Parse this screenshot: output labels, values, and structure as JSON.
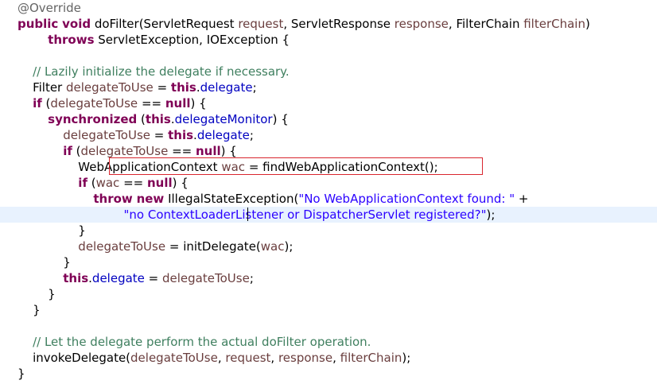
{
  "editor": {
    "lines": [
      [
        {
          "c": "ann",
          "t": "@Override"
        }
      ],
      [
        {
          "c": "kw",
          "t": "public"
        },
        {
          "c": "plain",
          "t": " "
        },
        {
          "c": "kw",
          "t": "void"
        },
        {
          "c": "plain",
          "t": " doFilter(ServletRequest "
        },
        {
          "c": "var",
          "t": "request"
        },
        {
          "c": "plain",
          "t": ", ServletResponse "
        },
        {
          "c": "var",
          "t": "response"
        },
        {
          "c": "plain",
          "t": ", FilterChain "
        },
        {
          "c": "var",
          "t": "filterChain"
        },
        {
          "c": "plain",
          "t": ")"
        }
      ],
      [
        {
          "c": "plain",
          "t": "        "
        },
        {
          "c": "kw",
          "t": "throws"
        },
        {
          "c": "plain",
          "t": " ServletException, IOException {"
        }
      ],
      [],
      [
        {
          "c": "plain",
          "t": "    "
        },
        {
          "c": "cm",
          "t": "// Lazily initialize the delegate if necessary."
        }
      ],
      [
        {
          "c": "plain",
          "t": "    Filter "
        },
        {
          "c": "var",
          "t": "delegateToUse"
        },
        {
          "c": "plain",
          "t": " = "
        },
        {
          "c": "kw",
          "t": "this"
        },
        {
          "c": "plain",
          "t": "."
        },
        {
          "c": "fld",
          "t": "delegate"
        },
        {
          "c": "plain",
          "t": ";"
        }
      ],
      [
        {
          "c": "plain",
          "t": "    "
        },
        {
          "c": "kw",
          "t": "if"
        },
        {
          "c": "plain",
          "t": " ("
        },
        {
          "c": "var",
          "t": "delegateToUse"
        },
        {
          "c": "plain",
          "t": " == "
        },
        {
          "c": "kw",
          "t": "null"
        },
        {
          "c": "plain",
          "t": ") {"
        }
      ],
      [
        {
          "c": "plain",
          "t": "        "
        },
        {
          "c": "kw",
          "t": "synchronized"
        },
        {
          "c": "plain",
          "t": " ("
        },
        {
          "c": "kw",
          "t": "this"
        },
        {
          "c": "plain",
          "t": "."
        },
        {
          "c": "fld",
          "t": "delegateMonitor"
        },
        {
          "c": "plain",
          "t": ") {"
        }
      ],
      [
        {
          "c": "plain",
          "t": "            "
        },
        {
          "c": "var",
          "t": "delegateToUse"
        },
        {
          "c": "plain",
          "t": " = "
        },
        {
          "c": "kw",
          "t": "this"
        },
        {
          "c": "plain",
          "t": "."
        },
        {
          "c": "fld",
          "t": "delegate"
        },
        {
          "c": "plain",
          "t": ";"
        }
      ],
      [
        {
          "c": "plain",
          "t": "            "
        },
        {
          "c": "kw",
          "t": "if"
        },
        {
          "c": "plain",
          "t": " ("
        },
        {
          "c": "var",
          "t": "delegateToUse"
        },
        {
          "c": "plain",
          "t": " == "
        },
        {
          "c": "kw",
          "t": "null"
        },
        {
          "c": "plain",
          "t": ") {"
        }
      ],
      [
        {
          "c": "plain",
          "t": "                WebApplicationContext "
        },
        {
          "c": "var",
          "t": "wac"
        },
        {
          "c": "plain",
          "t": " = findWebApplicationContext();"
        }
      ],
      [
        {
          "c": "plain",
          "t": "                "
        },
        {
          "c": "kw",
          "t": "if"
        },
        {
          "c": "plain",
          "t": " ("
        },
        {
          "c": "var",
          "t": "wac"
        },
        {
          "c": "plain",
          "t": " == "
        },
        {
          "c": "kw",
          "t": "null"
        },
        {
          "c": "plain",
          "t": ") {"
        }
      ],
      [
        {
          "c": "plain",
          "t": "                    "
        },
        {
          "c": "kw",
          "t": "throw"
        },
        {
          "c": "plain",
          "t": " "
        },
        {
          "c": "kw",
          "t": "new"
        },
        {
          "c": "plain",
          "t": " IllegalStateException("
        },
        {
          "c": "str",
          "t": "\"No WebApplicationContext found: \""
        },
        {
          "c": "plain",
          "t": " +"
        }
      ],
      [
        {
          "c": "plain",
          "t": "                            "
        },
        {
          "c": "str",
          "t": "\"no ContextLoaderListener or DispatcherServlet registered?\""
        },
        {
          "c": "plain",
          "t": ");"
        }
      ],
      [
        {
          "c": "plain",
          "t": "                }"
        }
      ],
      [
        {
          "c": "plain",
          "t": "                "
        },
        {
          "c": "var",
          "t": "delegateToUse"
        },
        {
          "c": "plain",
          "t": " = initDelegate("
        },
        {
          "c": "var",
          "t": "wac"
        },
        {
          "c": "plain",
          "t": ");"
        }
      ],
      [
        {
          "c": "plain",
          "t": "            }"
        }
      ],
      [
        {
          "c": "plain",
          "t": "            "
        },
        {
          "c": "kw",
          "t": "this"
        },
        {
          "c": "plain",
          "t": "."
        },
        {
          "c": "fld",
          "t": "delegate"
        },
        {
          "c": "plain",
          "t": " = "
        },
        {
          "c": "var",
          "t": "delegateToUse"
        },
        {
          "c": "plain",
          "t": ";"
        }
      ],
      [
        {
          "c": "plain",
          "t": "        }"
        }
      ],
      [
        {
          "c": "plain",
          "t": "    }"
        }
      ],
      [],
      [
        {
          "c": "plain",
          "t": "    "
        },
        {
          "c": "cm",
          "t": "// Let the delegate perform the actual doFilter operation."
        }
      ],
      [
        {
          "c": "plain",
          "t": "    invokeDelegate("
        },
        {
          "c": "var",
          "t": "delegateToUse"
        },
        {
          "c": "plain",
          "t": ", "
        },
        {
          "c": "var",
          "t": "request"
        },
        {
          "c": "plain",
          "t": ", "
        },
        {
          "c": "var",
          "t": "response"
        },
        {
          "c": "plain",
          "t": ", "
        },
        {
          "c": "var",
          "t": "filterChain"
        },
        {
          "c": "plain",
          "t": ");"
        }
      ],
      [
        {
          "c": "plain",
          "t": "}"
        }
      ]
    ],
    "current_line_index": 13,
    "highlighted_line_index": 10
  },
  "colors": {
    "keyword": "#7f0055",
    "annotation": "#646464",
    "comment": "#3f7f5f",
    "string": "#2a00ff",
    "field": "#0000c0",
    "variable": "#6a3e3e",
    "current_line_bg": "#e8f2fe",
    "highlight_border": "#d9262e"
  }
}
